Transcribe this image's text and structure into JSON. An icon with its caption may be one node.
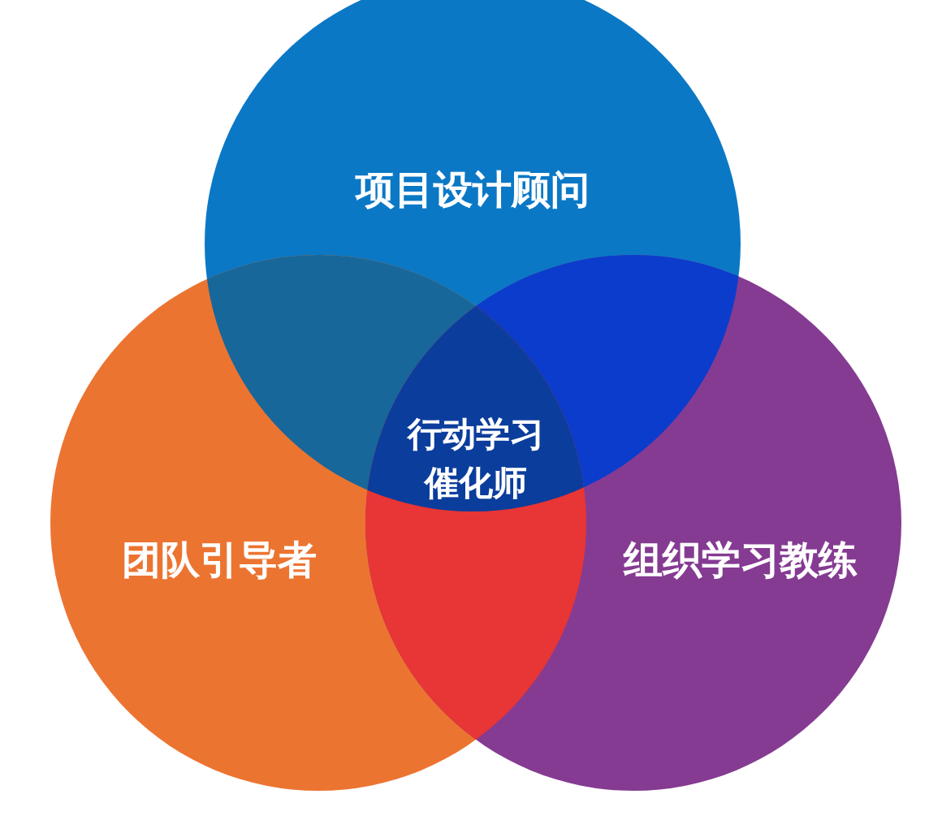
{
  "diagram": {
    "nodes": [
      {
        "text": [
          "项目设计顾问"
        ]
      },
      {
        "text": [
          "团队引导者"
        ]
      },
      {
        "text": [
          "组织学习教练"
        ]
      },
      {
        "text": [
          "行动学习催化师"
        ]
      }
    ]
  }
}
